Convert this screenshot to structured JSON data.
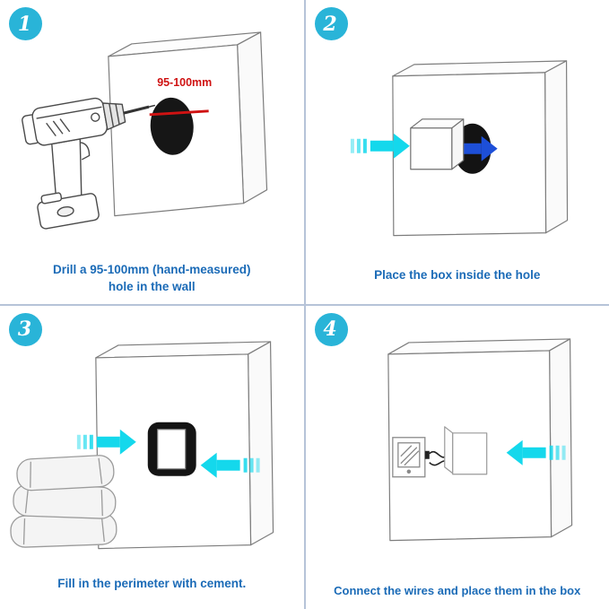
{
  "colors": {
    "step_badge": "#29b4d8",
    "caption_text": "#1b6bb7",
    "divider": "#b6c3d8",
    "arrow_cyan": "#14d8ec",
    "arrow_blue": "#1d4fd8",
    "measure_red": "#cf1212",
    "sketch_line": "#7d7d7d"
  },
  "steps": [
    {
      "number": "1",
      "measure_label": "95-100mm",
      "caption_line1": "Drill a 95-100mm (hand-measured)",
      "caption_line2": "hole in the wall"
    },
    {
      "number": "2",
      "caption_line1": "Place the box inside the hole"
    },
    {
      "number": "3",
      "caption_line1": "Fill in the perimeter with cement."
    },
    {
      "number": "4",
      "caption_line1": "Connect the wires and place them in the box"
    }
  ]
}
